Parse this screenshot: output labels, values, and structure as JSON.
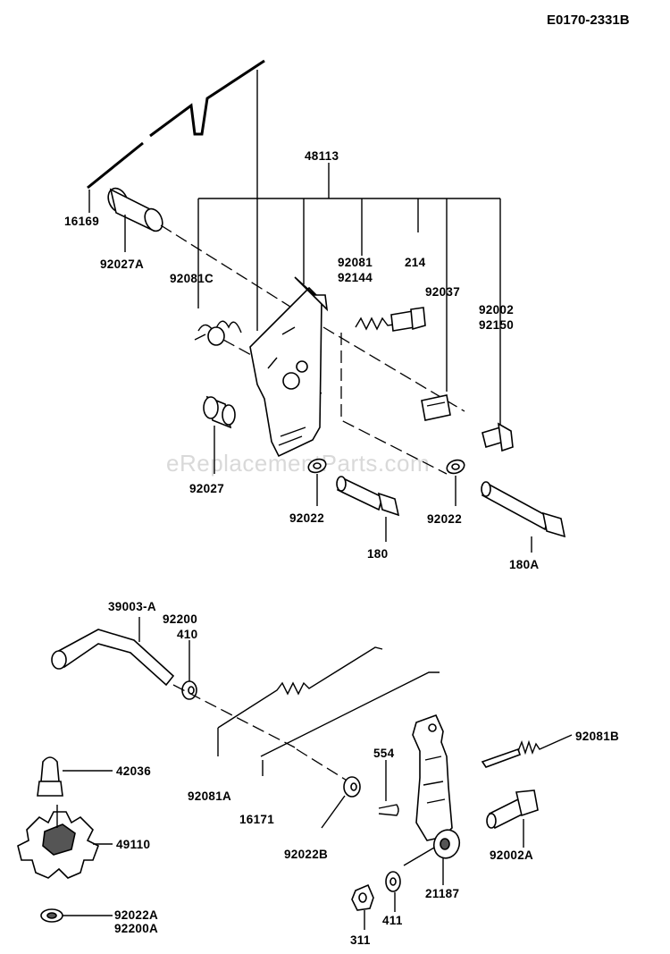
{
  "diagram_code": "E0170-2331B",
  "watermark": "eReplacementParts.com",
  "labels": {
    "p48113": "48113",
    "p16169": "16169",
    "p92027A": "92027A",
    "p92081C": "92081C",
    "p92081": "92081",
    "p92144": "92144",
    "p214": "214",
    "p92037": "92037",
    "p92002": "92002",
    "p92150": "92150",
    "p92027": "92027",
    "p92022a": "92022",
    "p180": "180",
    "p92022b": "92022",
    "p180A": "180A",
    "p39003A": "39003-A",
    "p92200": "92200",
    "p410": "410",
    "p92081B": "92081B",
    "p554": "554",
    "p42036": "42036",
    "p92081A": "92081A",
    "p16171": "16171",
    "p49110": "49110",
    "p92022B": "92022B",
    "p92002A": "92002A",
    "p21187": "21187",
    "p92022A": "92022A",
    "p92200A": "92200A",
    "p311": "311",
    "p411": "411"
  }
}
